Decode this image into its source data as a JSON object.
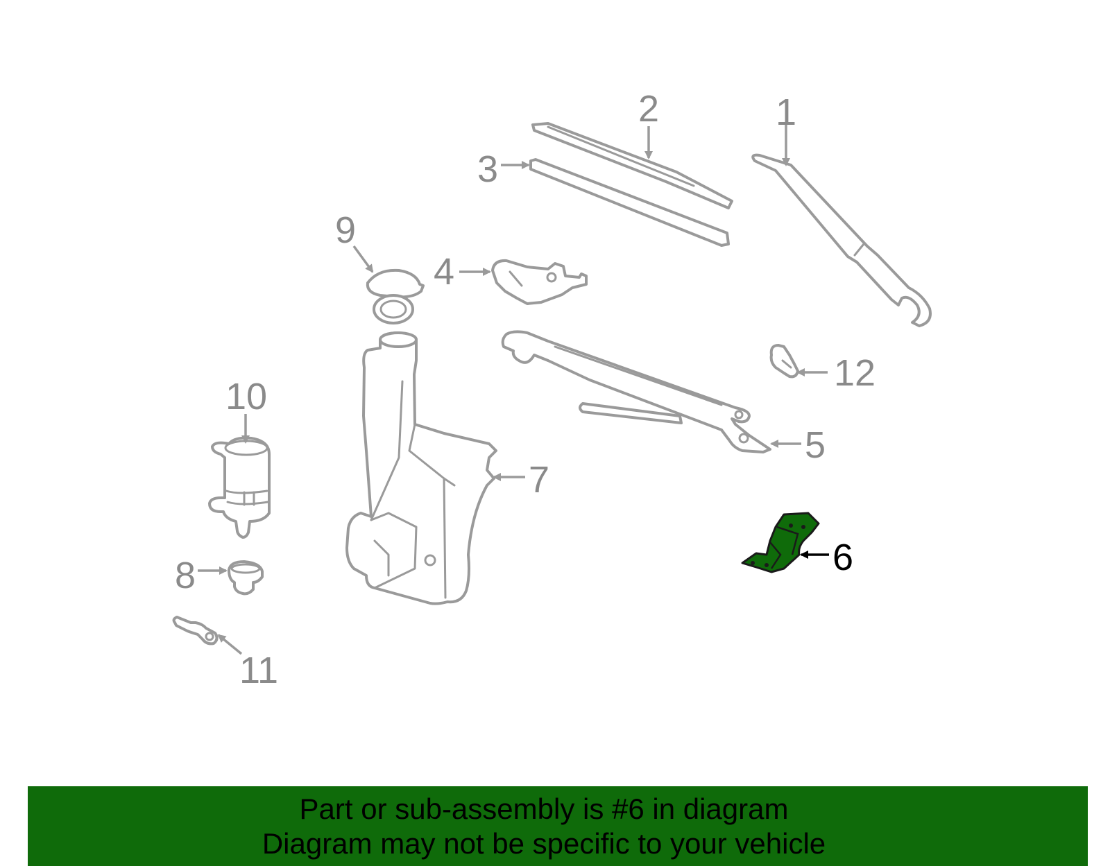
{
  "callouts": {
    "c1": "1",
    "c2": "2",
    "c3": "3",
    "c4": "4",
    "c5": "5",
    "c6": "6",
    "c7": "7",
    "c8": "8",
    "c9": "9",
    "c10": "10",
    "c11": "11",
    "c12": "12"
  },
  "highlighted_part": "6",
  "colors": {
    "highlight": "#0f6b0a",
    "parts": "#9a9a9a",
    "callout": "#8a8a8a"
  },
  "banner": {
    "line1": "Part or sub-assembly is #6 in diagram",
    "line2": "Diagram may not be specific to your vehicle"
  }
}
